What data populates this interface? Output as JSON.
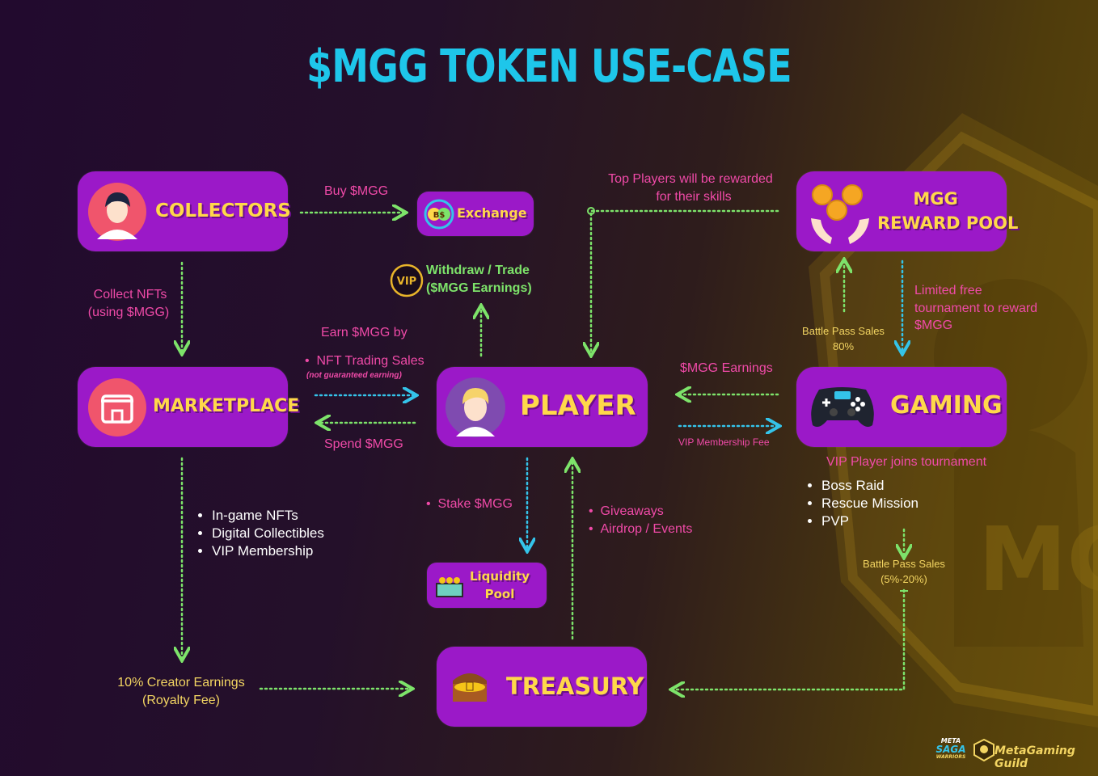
{
  "title": "$MGG TOKEN USE-CASE",
  "nodes": {
    "collectors": "COLLECTORS",
    "exchange": "Exchange",
    "reward_pool_line1": "MGG",
    "reward_pool_line2": "REWARD POOL",
    "marketplace": "MARKETPLACE",
    "player": "PLAYER",
    "gaming": "GAMING",
    "liquidity_line1": "Liquidity",
    "liquidity_line2": "Pool",
    "treasury": "TREASURY"
  },
  "icons": {
    "vip_badge": "VIP",
    "exchange_coin": "B$",
    "emblem_text": "MGG"
  },
  "edges": {
    "buy_mgg": "Buy $MGG",
    "top_players_line1": "Top Players will be rewarded",
    "top_players_line2": "for their skills",
    "withdraw_line1": "Withdraw / Trade",
    "withdraw_line2": "($MGG Earnings)",
    "collect_line1": "Collect NFTs",
    "collect_line2": "(using $MGG)",
    "earn_by": "Earn $MGG by",
    "nft_trading": "NFT Trading Sales",
    "not_guaranteed": "(not guaranteed earning)",
    "spend_mgg": "Spend $MGG",
    "battle_pass_80_line1": "Battle Pass Sales",
    "battle_pass_80_line2": "80%",
    "limited_line1": "Limited free",
    "limited_line2": "tournament to reward",
    "limited_line3": "$MGG",
    "mgg_earnings": "$MGG Earnings",
    "vip_fee": "VIP Membership Fee",
    "vip_joins": "VIP Player joins tournament",
    "stake": "Stake $MGG",
    "giveaways": "Giveaways",
    "airdrop": "Airdrop / Events",
    "battle_pass_520_line1": "Battle Pass Sales",
    "battle_pass_520_line2": "(5%-20%)",
    "creator_line1": "10% Creator Earnings",
    "creator_line2": "(Royalty Fee)"
  },
  "marketplace_items": [
    "In-game NFTs",
    "Digital Collectibles",
    "VIP Membership"
  ],
  "gaming_modes": [
    "Boss Raid",
    "Rescue Mission",
    "PVP"
  ],
  "logos": {
    "meta_saga_line1": "META",
    "meta_saga_line2": "SAGA",
    "meta_saga_line3": "WARRIORS",
    "metagaming_guild": "MetaGaming Guild"
  },
  "colors": {
    "title": "#1ec6ea",
    "box": "#9b19c8",
    "box_label": "#ffd84a",
    "arrow_green": "#7de36a",
    "arrow_blue": "#34c4ea",
    "text_pink": "#f04aa8"
  }
}
